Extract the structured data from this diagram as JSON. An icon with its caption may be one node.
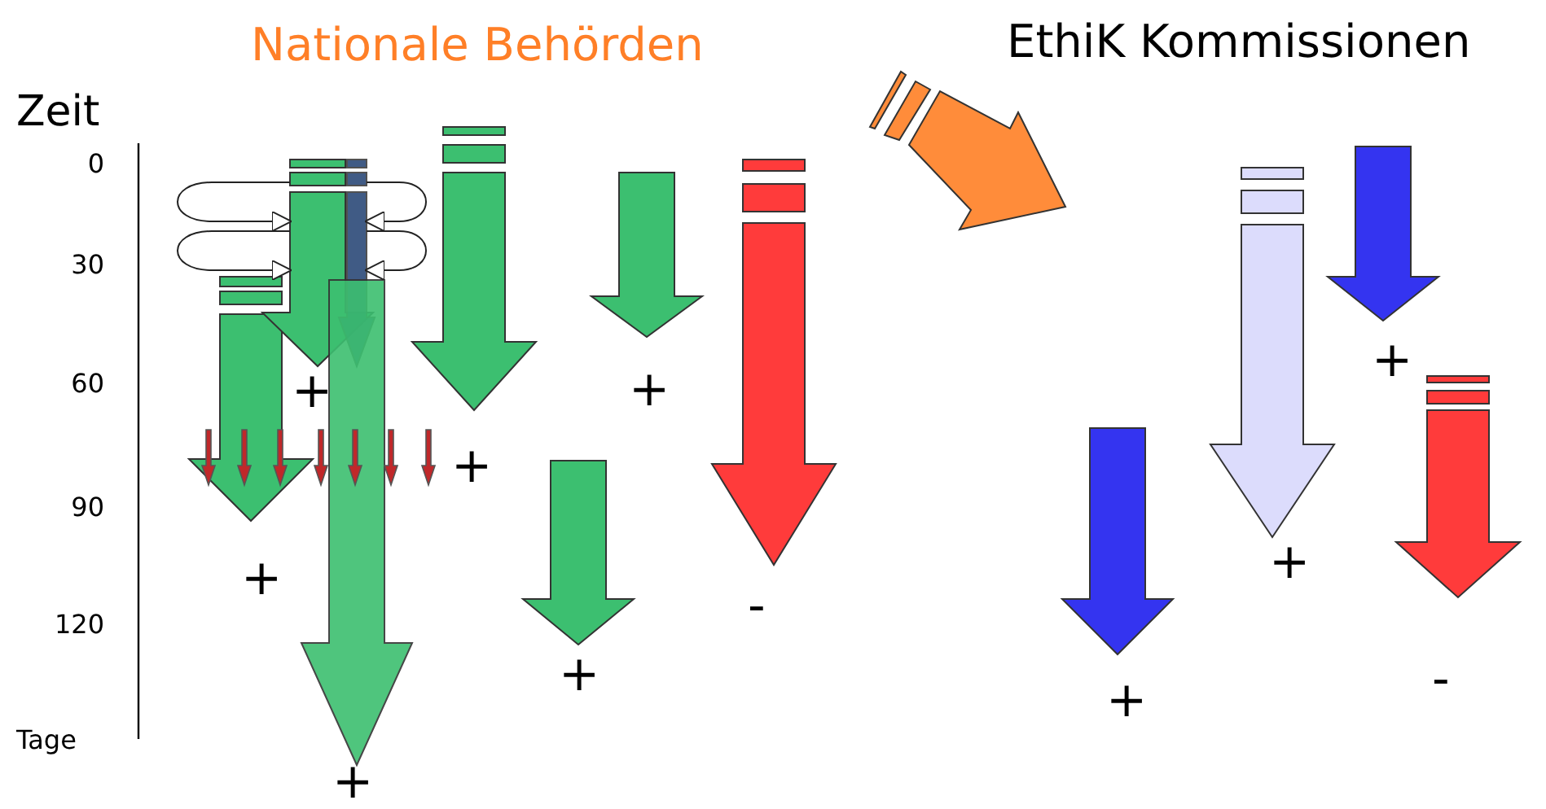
{
  "diagram": {
    "nodes": [
      {
        "text": [],
        "shape": "arrow",
        "beside": [
          "+"
        ]
      },
      {
        "text": [],
        "shape": "arrow",
        "beside": [
          "+"
        ]
      },
      {
        "text": [],
        "shape": "arrow"
      },
      {
        "text": [],
        "shape": "arrow",
        "beside": [
          "+"
        ]
      },
      {
        "text": [],
        "shape": "arrow",
        "beside": [
          "+"
        ]
      },
      {
        "text": [],
        "shape": "arrow",
        "beside": [
          "+"
        ]
      },
      {
        "text": [],
        "shape": "arrow",
        "beside": [
          "+"
        ]
      },
      {
        "text": [],
        "shape": "arrow",
        "beside": [
          "-"
        ]
      },
      {
        "text": [],
        "shape": "arrow",
        "beside": [
          "+"
        ]
      },
      {
        "text": [],
        "shape": "arrow",
        "beside": [
          "+"
        ]
      },
      {
        "text": [],
        "shape": "arrow",
        "beside": [
          "+"
        ]
      },
      {
        "text": [],
        "shape": "arrow",
        "beside": [
          "-"
        ]
      }
    ],
    "edges": [
      {
        "from": 1,
        "to": 1,
        "arrow": "to"
      },
      {
        "from": 2,
        "to": 2,
        "arrow": "to"
      },
      {
        "from": 1,
        "to": 1,
        "arrow": "to"
      },
      {
        "from": 2,
        "to": 2,
        "arrow": "to"
      }
    ],
    "labels": [
      "Nationale Behörden",
      "EthiK Kommissionen",
      "Zeit",
      "0",
      "30",
      "60",
      "90",
      "120",
      "Tage"
    ]
  }
}
